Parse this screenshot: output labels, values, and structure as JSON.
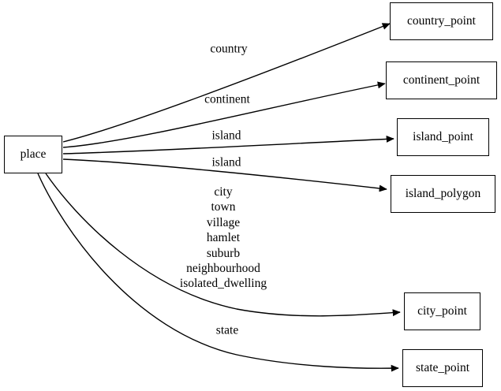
{
  "diagram": {
    "type": "directed-graph",
    "title": "place",
    "background_color": "#ffffff",
    "stroke_color": "#000000",
    "text_color": "#000000"
  },
  "nodes": [
    {
      "id": "place",
      "label": "place"
    },
    {
      "id": "country_point",
      "label": "country_point"
    },
    {
      "id": "continent_point",
      "label": "continent_point"
    },
    {
      "id": "island_point",
      "label": "island_point"
    },
    {
      "id": "island_polygon",
      "label": "island_polygon"
    },
    {
      "id": "city_point",
      "label": "city_point"
    },
    {
      "id": "state_point",
      "label": "state_point"
    }
  ],
  "edges": [
    {
      "from": "place",
      "to": "country_point",
      "label": "country"
    },
    {
      "from": "place",
      "to": "continent_point",
      "label": "continent"
    },
    {
      "from": "place",
      "to": "island_point",
      "label": "island"
    },
    {
      "from": "place",
      "to": "island_polygon",
      "label": "island"
    },
    {
      "from": "place",
      "to": "city_point",
      "label": "city\ntown\nvillage\nhamlet\nsuburb\nneighbourhood\nisolated_dwelling"
    },
    {
      "from": "place",
      "to": "state_point",
      "label": "state"
    }
  ]
}
